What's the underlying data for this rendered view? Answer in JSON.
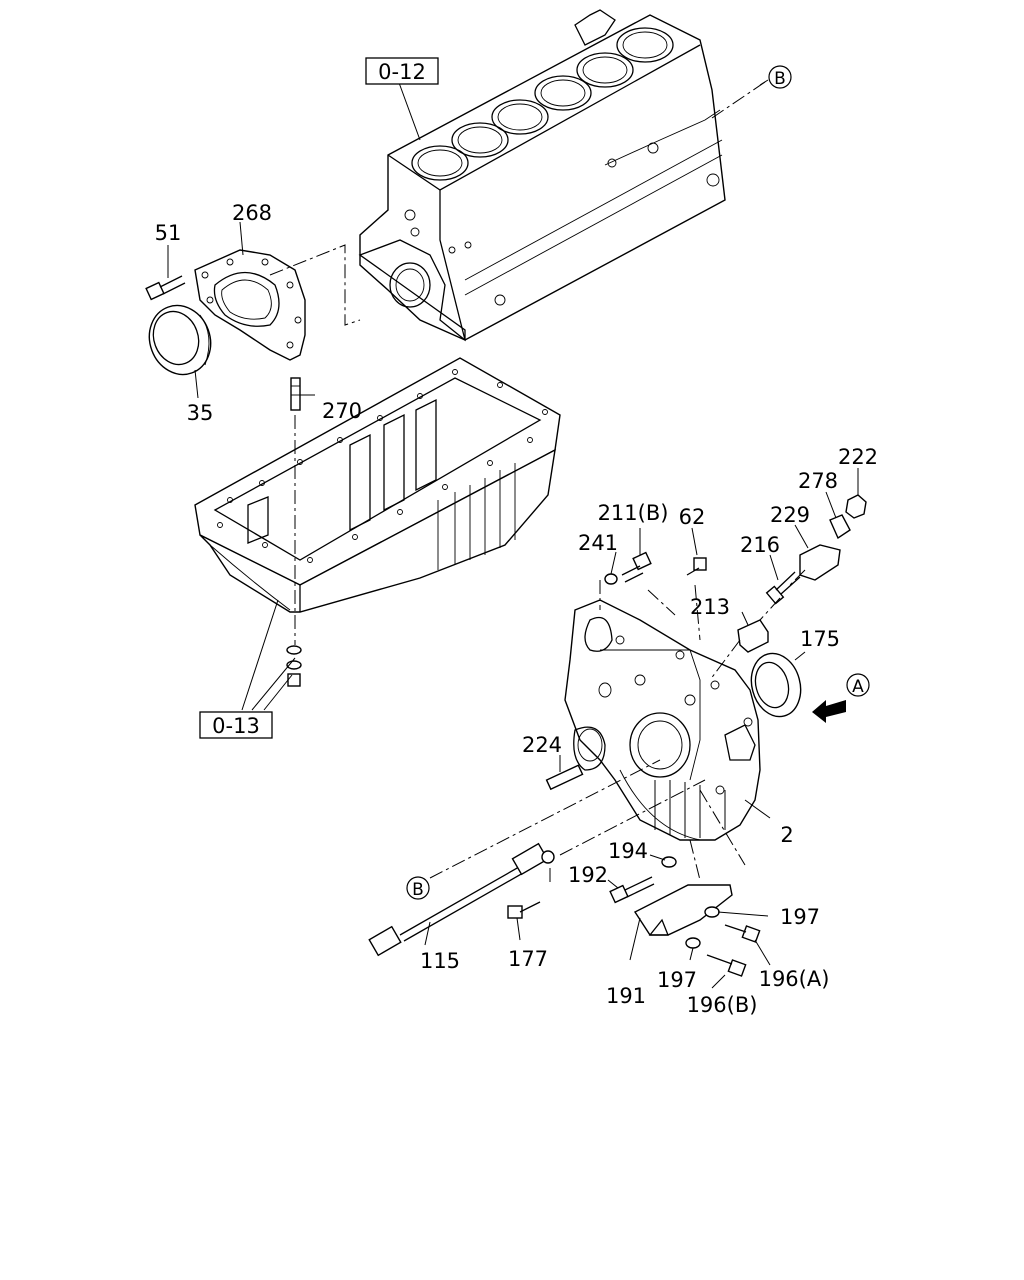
{
  "parts": {
    "p51": "51",
    "p268": "268",
    "p35": "35",
    "p270": "270",
    "p211b": "211(B)",
    "p62": "62",
    "p241": "241",
    "p216": "216",
    "p229": "229",
    "p278": "278",
    "p222": "222",
    "p213": "213",
    "p175": "175",
    "p224": "224",
    "p2": "2",
    "p194": "194",
    "p192": "192",
    "p197a": "197",
    "p197b": "197",
    "p196a": "196(A)",
    "p196b": "196(B)",
    "p191": "191",
    "p115": "115",
    "p177": "177"
  },
  "refs": {
    "block_ref": "0-12",
    "pan_ref": "0-13"
  },
  "callouts": {
    "b_top": "B",
    "b_bottom": "B",
    "a_view": "A"
  }
}
